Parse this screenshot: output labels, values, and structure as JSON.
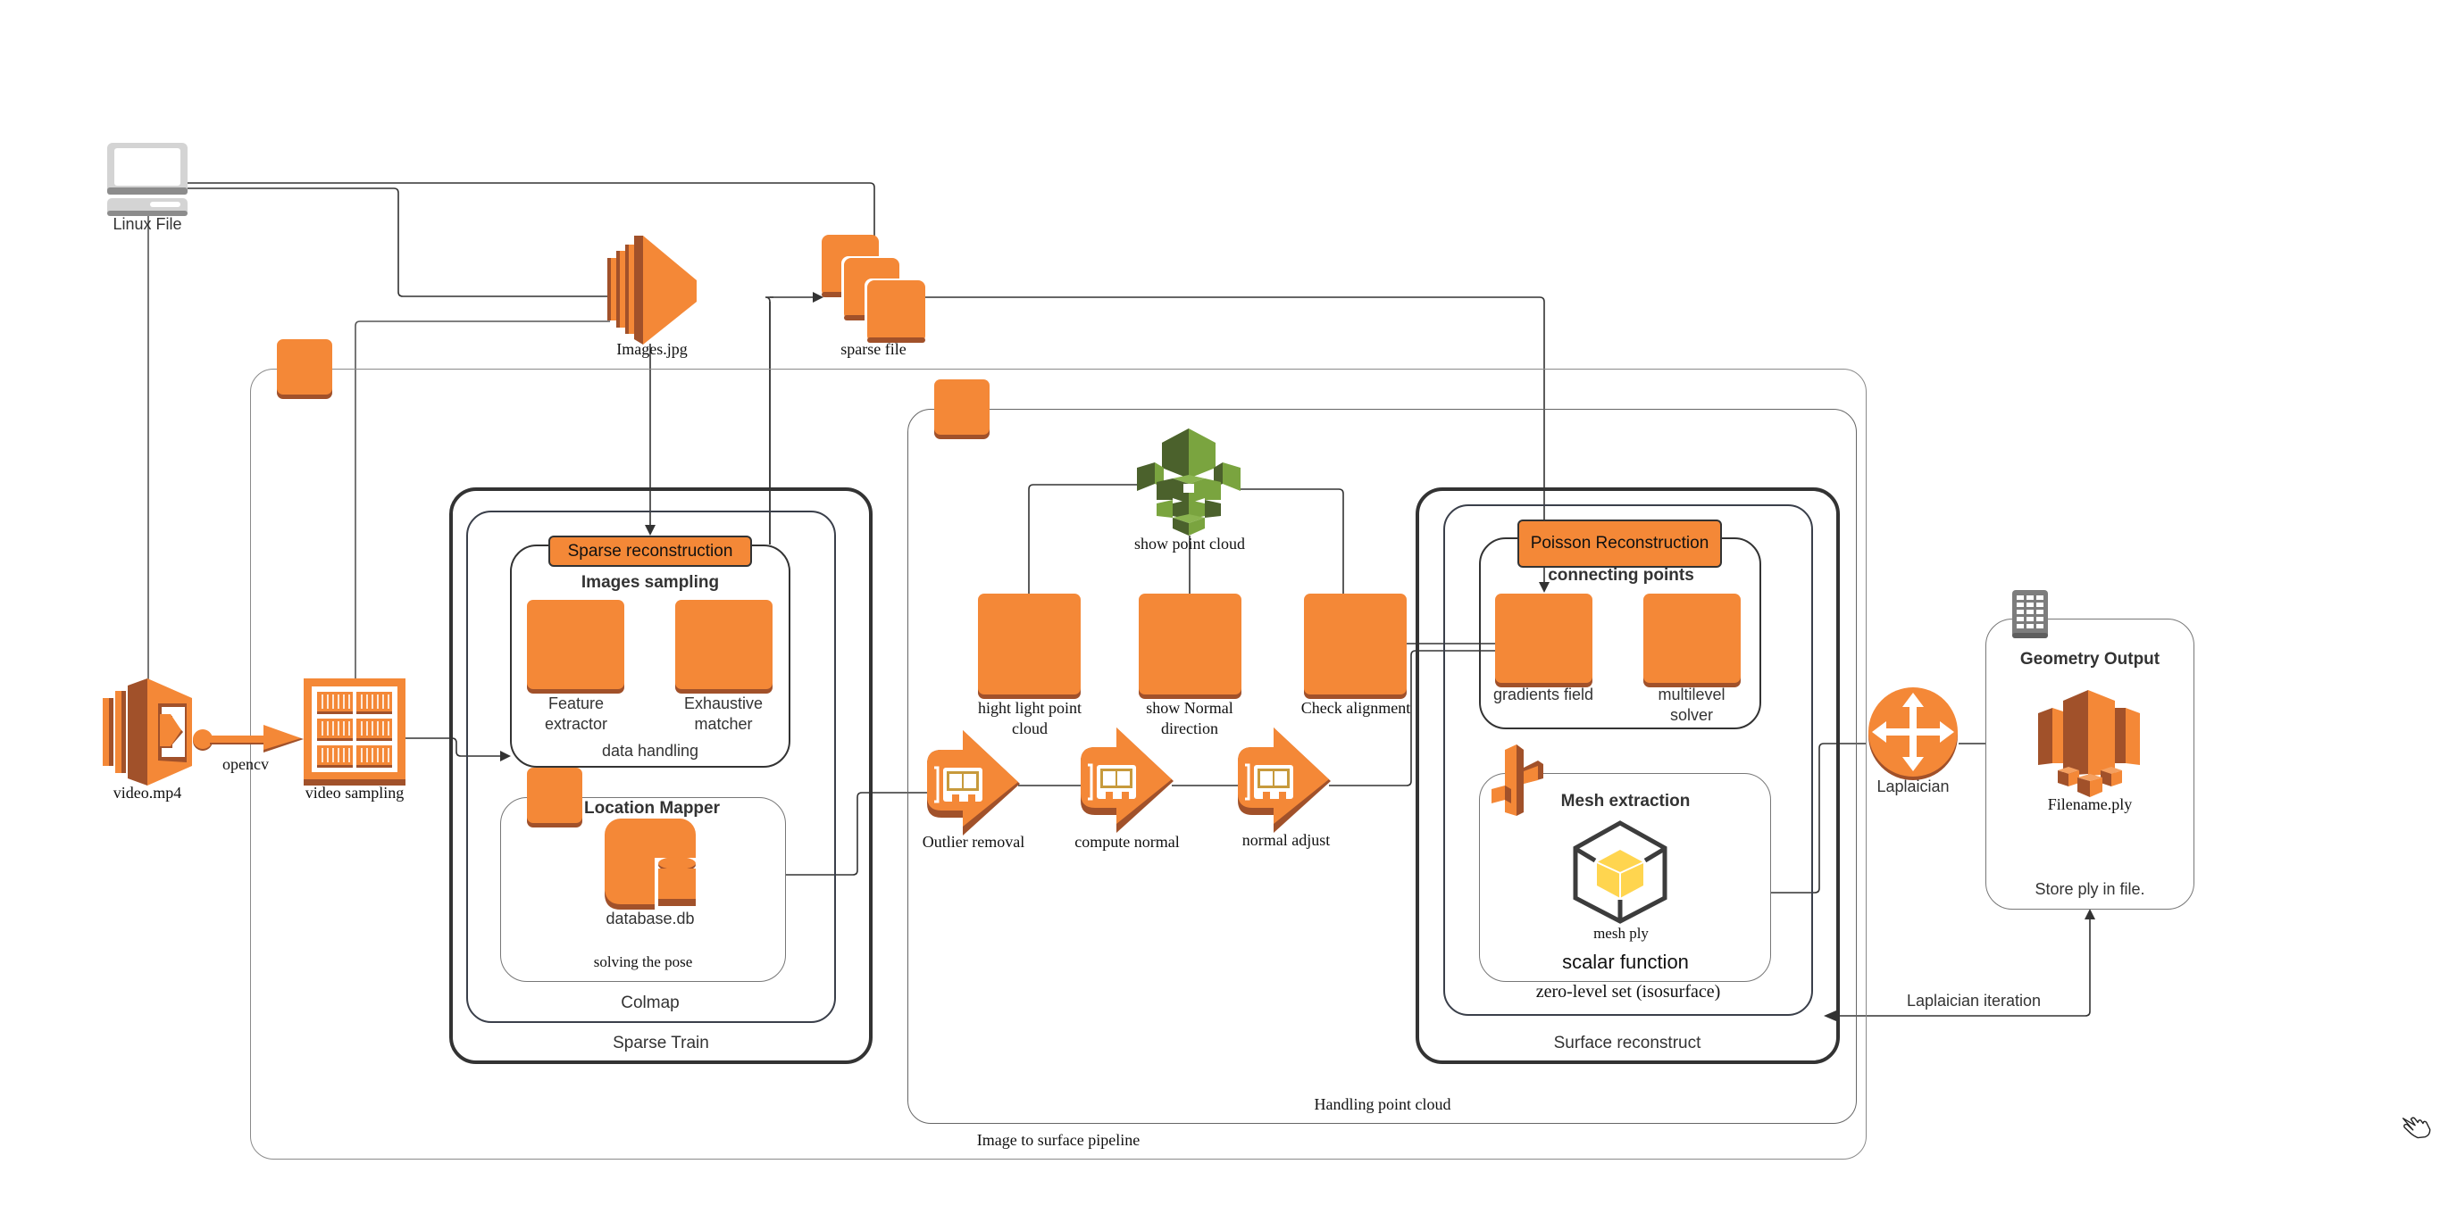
{
  "diagram": {
    "title": "Image to surface pipeline",
    "colors": {
      "orange": "#f48837",
      "orange_dark": "#a1512a",
      "green_light": "#7aa43f",
      "green_dark": "#4b612c",
      "yellow": "#ffd54f",
      "gray_icon": "#7d7d7d",
      "line": "#333333"
    },
    "inputs": {
      "linux_file": {
        "label": "Linux File",
        "icon": "computer-icon"
      },
      "images_jpg": {
        "label": "Images.jpg",
        "icon": "image-stack-icon"
      },
      "sparse_file": {
        "label": "sparse file",
        "icon": "file-stack-icon"
      },
      "video_mp4": {
        "label": "video.mp4",
        "icon": "video-icon"
      },
      "opencv": {
        "label": "opencv"
      },
      "video_sampling": {
        "label": "video sampling",
        "icon": "frames-grid-icon"
      }
    },
    "sparse_train": {
      "label": "Sparse Train",
      "colmap": {
        "label": "Colmap",
        "sparse_reconstruction": {
          "header": "Sparse reconstruction",
          "title": "Images sampling",
          "nodes": [
            {
              "label": "Feature extractor"
            },
            {
              "label": "Exhaustive matcher"
            }
          ],
          "footer": "data handling"
        },
        "location_mapper": {
          "title": "Location Mapper",
          "db_label": "database.db",
          "footer": "solving the pose"
        }
      }
    },
    "handling_point_cloud": {
      "label": "Handling point cloud",
      "viewer": {
        "label": "show point cloud",
        "icon": "cubes-cluster-icon"
      },
      "views": [
        {
          "label": "hight light point cloud"
        },
        {
          "label": "show Normal direction"
        },
        {
          "label": "Check alignment"
        }
      ],
      "steps": [
        {
          "label": "Outlier removal"
        },
        {
          "label": "compute normal"
        },
        {
          "label": "normal adjust"
        }
      ]
    },
    "surface_reconstruct": {
      "label": "Surface reconstruct",
      "inner_label": "zero-level set (isosurface)",
      "poisson": {
        "header": "Poisson Reconstruction",
        "title": "connecting points",
        "nodes": [
          {
            "label": "gradients field"
          },
          {
            "label": "multilevel solver"
          }
        ]
      },
      "mesh": {
        "title": "Mesh extraction",
        "icon_label": "mesh ply",
        "footer": "scalar function"
      }
    },
    "laplaician": {
      "label": "Laplaician",
      "iteration_label": "Laplaician iteration"
    },
    "geometry_output": {
      "title": "Geometry Output",
      "file_label": "Filename.ply",
      "footer": "Store ply in file."
    }
  }
}
